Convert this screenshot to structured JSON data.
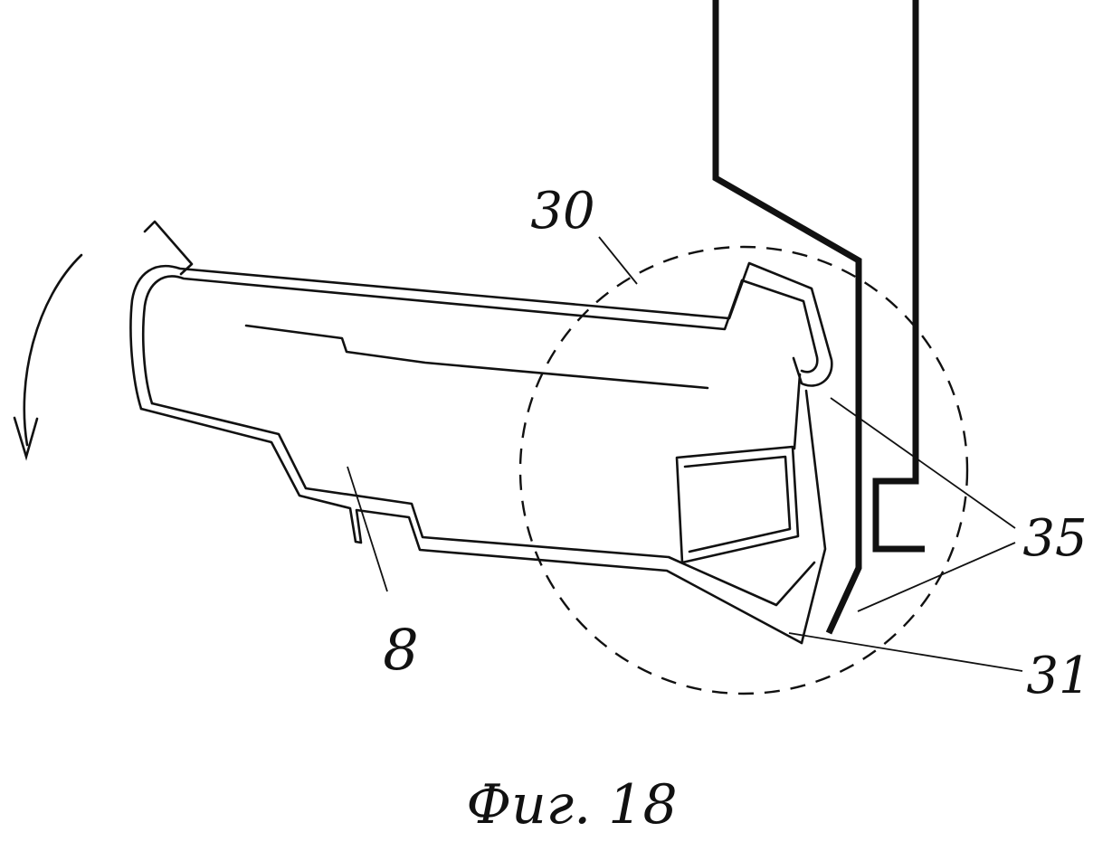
{
  "figure": {
    "caption": "Фиг. 18",
    "labels": {
      "detail_circle": "30",
      "latch_body": "8",
      "catch_edge": "35",
      "pawl_tip": "31"
    },
    "colors": {
      "ink": "#111111",
      "background": "#ffffff"
    }
  }
}
